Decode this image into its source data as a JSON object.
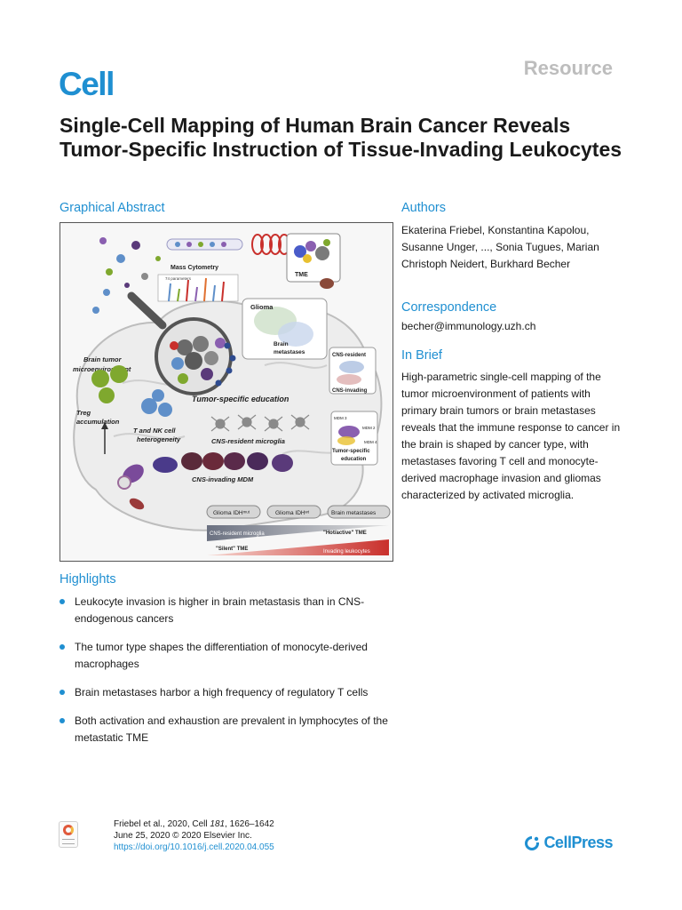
{
  "header": {
    "journal": "Cell",
    "article_type": "Resource"
  },
  "article": {
    "title": "Single-Cell Mapping of Human Brain Cancer Reveals Tumor-Specific Instruction of Tissue-Invading Leukocytes"
  },
  "graphical_abstract": {
    "heading": "Graphical Abstract",
    "labels": {
      "mass_cytometry": "Mass Cytometry",
      "parameters": "74 parameters",
      "tme": "TME",
      "glioma": "Glioma",
      "brain_metastases": "Brain metastases",
      "brain_tumor_microenvironment": "Brain tumor microenvironment",
      "cns_resident": "CNS-resident",
      "cns_invading": "CNS-invading",
      "tumor_specific_education": "Tumor-specific education",
      "treg_accumulation": "Treg accumulation",
      "t_nk_heterogeneity": "T and NK cell heterogeneity",
      "cns_resident_microglia": "CNS-resident microglia",
      "cns_invading_mdm": "CNS-invading MDM",
      "mdm3": "MDM 3",
      "mdm2": "MDM 2",
      "mdm4": "MDM 4",
      "tumor_specific_education_small": "Tumor-specific education",
      "glioma_idh_mut": "Glioma IDHᵐᵘᵗ",
      "glioma_idh_wt": "Glioma IDHʷᵗ",
      "brain_metastases_pill": "Brain metastases",
      "cns_resident_microglia_bar": "CNS-resident microglia",
      "hot_active_tme": "\"Hot/active\" TME",
      "silent_tme": "\"Silent\" TME",
      "invading_leukocytes": "Invading leukocytes"
    },
    "colors": {
      "microglia_gray": "#8a8a8a",
      "invading_red": "#c9302c",
      "mdm_purple": "#5a3a7a",
      "treg_green": "#7fa82e",
      "tcell_blue": "#5f8fc9"
    }
  },
  "authors": {
    "heading": "Authors",
    "text": "Ekaterina Friebel, Konstantina Kapolou, Susanne Unger, ..., Sonia Tugues, Marian Christoph Neidert, Burkhard Becher"
  },
  "correspondence": {
    "heading": "Correspondence",
    "email": "becher@immunology.uzh.ch"
  },
  "in_brief": {
    "heading": "In Brief",
    "text": "High-parametric single-cell mapping of the tumor microenvironment of patients with primary brain tumors or brain metastases reveals that the immune response to cancer in the brain is shaped by cancer type, with metastases favoring T cell and monocyte-derived macrophage invasion and gliomas characterized by activated microglia."
  },
  "highlights": {
    "heading": "Highlights",
    "items": [
      "Leukocyte invasion is higher in brain metastasis than in CNS-endogenous cancers",
      "The tumor type shapes the differentiation of monocyte-derived macrophages",
      "Brain metastases harbor a high frequency of regulatory T cells",
      "Both activation and exhaustion are prevalent in lymphocytes of the metastatic TME"
    ]
  },
  "citation": {
    "line1_prefix": "Friebel et al., 2020, Cell ",
    "volume": "181",
    "line1_suffix": ", 1626–1642",
    "line2": "June 25, 2020 © 2020 Elsevier Inc.",
    "doi": "https://doi.org/10.1016/j.cell.2020.04.055"
  },
  "publisher": {
    "name": "CellPress"
  }
}
